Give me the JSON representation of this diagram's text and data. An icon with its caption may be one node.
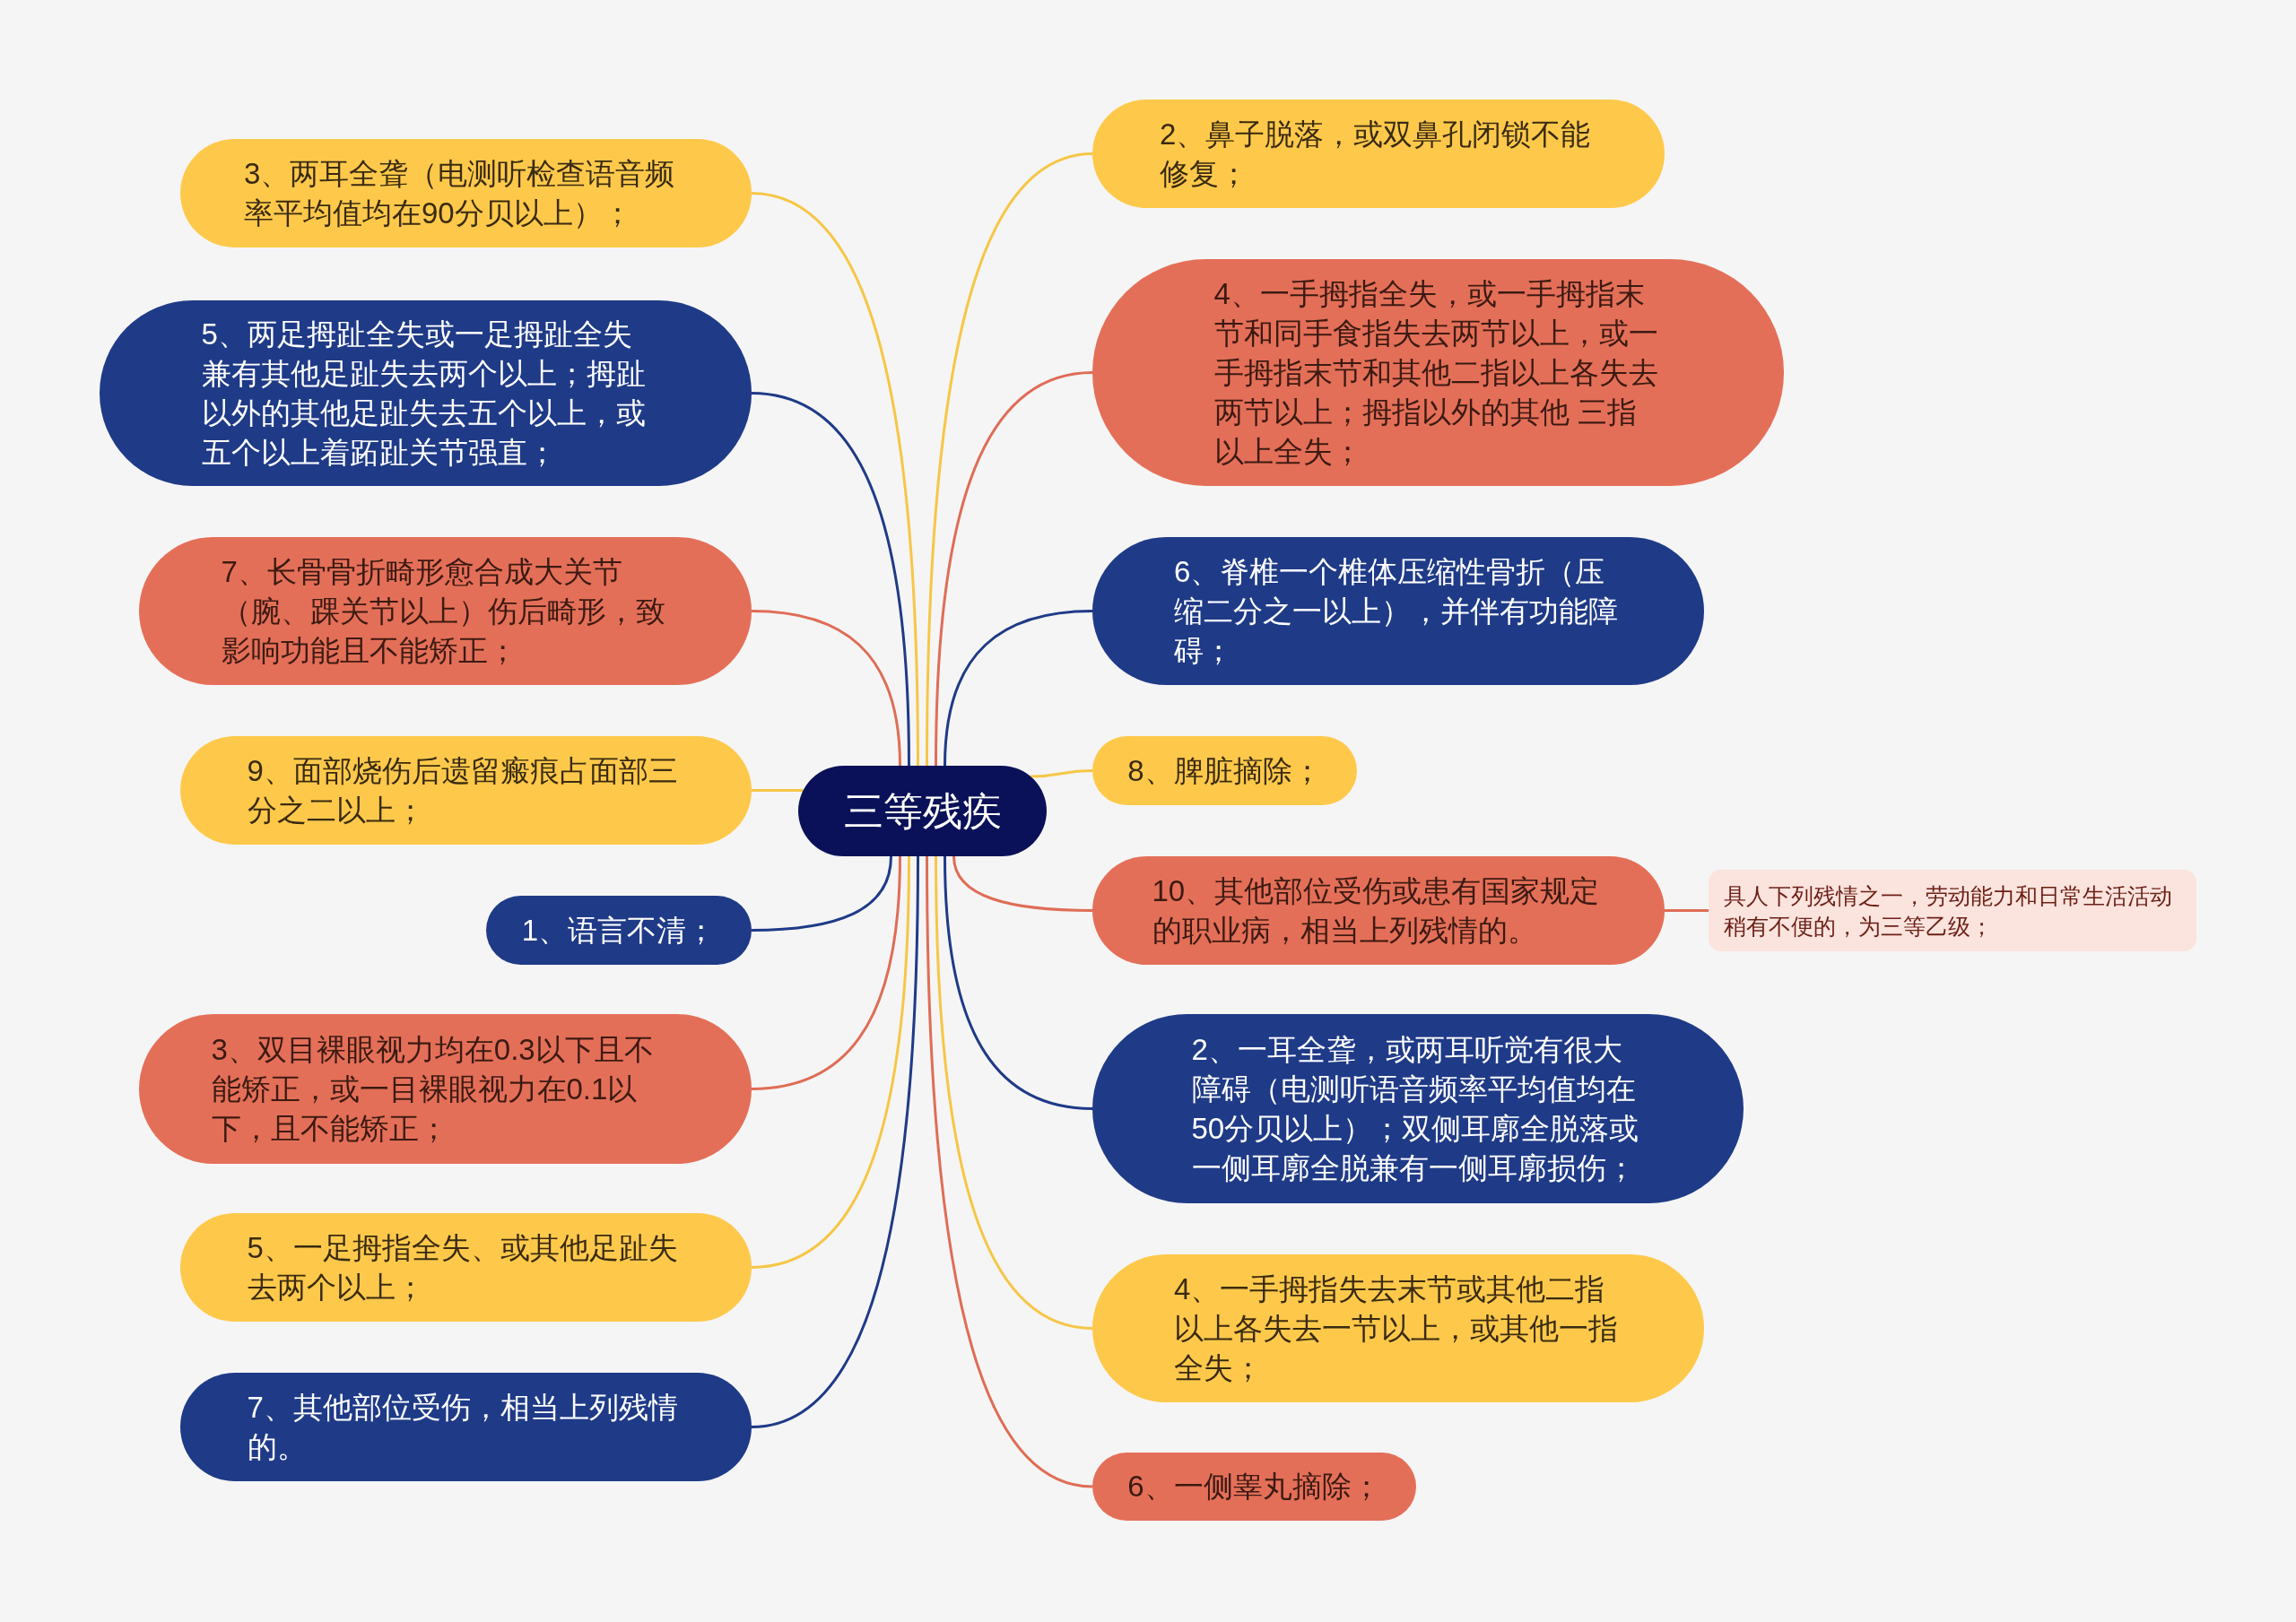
{
  "diagram": {
    "nodes": [
      {
        "text": [
          "三等残疾"
        ]
      },
      {
        "text": [
          "3、两耳全聋（电测听检查语音频率平均值均在90分贝以上）；"
        ]
      },
      {
        "text": [
          "5、两足拇趾全失或一足拇趾全失兼有其他足趾失去两个以上；拇趾以外的其他足趾失去五个以上，或五个以上着跖趾关节强直；"
        ]
      },
      {
        "text": [
          "7、长骨骨折畸形愈合成大关节（腕、踝关节以上）伤后畸形，致影响功能且不能矫正；"
        ]
      },
      {
        "text": [
          "9、面部烧伤后遗留瘢痕占面部三分之二以上；"
        ]
      },
      {
        "text": [
          "1、语言不清；"
        ]
      },
      {
        "text": [
          "3、双目裸眼视力均在0.3以下且不能矫正，或一目裸眼视力在0.1以下，且不能矫正；"
        ]
      },
      {
        "text": [
          "5、一足拇指全失、或其他足趾失去两个以上；"
        ]
      },
      {
        "text": [
          "7、其他部位受伤，相当上列残情的。"
        ]
      },
      {
        "text": [
          "2、鼻子脱落，或双鼻孔闭锁不能修复；"
        ]
      },
      {
        "text": [
          "4、一手拇指全失，或一手拇指末节和同手食指失去两节以上，或一手拇指末节和其他二指以上各失去两节以上；拇指以外的其他 三指以上全失；"
        ]
      },
      {
        "text": [
          "6、脊椎一个椎体压缩性骨折（压缩二分之一以上），并伴有功能障碍；"
        ]
      },
      {
        "text": [
          "8、脾脏摘除；"
        ]
      },
      {
        "text": [
          "10、其他部位受伤或患有国家规定的职业病，相当上列残情的。"
        ]
      },
      {
        "text": [
          "2、一耳全聋，或两耳听觉有很大障碍（电测听语音频率平均值均在50分贝以上）；双侧耳廓全脱落或一侧耳廓全脱兼有一侧耳廓损伤；"
        ]
      },
      {
        "text": [
          "4、一手拇指失去末节或其他二指以上各失去一节以上，或其他一指全失；"
        ]
      },
      {
        "text": [
          "6、一侧睾丸摘除；"
        ]
      },
      {
        "text": [
          "具人下列残情之一，劳动能力和日常生活活动稍有不便的，为三等乙级；"
        ]
      }
    ],
    "edges": [
      {
        "from": 0,
        "to": 1,
        "arrow": "none",
        "color": "#f6c646"
      },
      {
        "from": 0,
        "to": 2,
        "arrow": "none",
        "color": "#1f3a87"
      },
      {
        "from": 0,
        "to": 3,
        "arrow": "none",
        "color": "#df6d56"
      },
      {
        "from": 0,
        "to": 4,
        "arrow": "none",
        "color": "#f6c646"
      },
      {
        "from": 0,
        "to": 5,
        "arrow": "none",
        "color": "#1f3a87"
      },
      {
        "from": 0,
        "to": 6,
        "arrow": "none",
        "color": "#df6d56"
      },
      {
        "from": 0,
        "to": 7,
        "arrow": "none",
        "color": "#f6c646"
      },
      {
        "from": 0,
        "to": 8,
        "arrow": "none",
        "color": "#1f3a87"
      },
      {
        "from": 0,
        "to": 9,
        "arrow": "none",
        "color": "#f6c646"
      },
      {
        "from": 0,
        "to": 10,
        "arrow": "none",
        "color": "#df6d56"
      },
      {
        "from": 0,
        "to": 11,
        "arrow": "none",
        "color": "#1f3a87"
      },
      {
        "from": 0,
        "to": 12,
        "arrow": "none",
        "color": "#f6c646"
      },
      {
        "from": 0,
        "to": 13,
        "arrow": "none",
        "color": "#df6d56"
      },
      {
        "from": 0,
        "to": 14,
        "arrow": "none",
        "color": "#1f3a87"
      },
      {
        "from": 0,
        "to": 15,
        "arrow": "none",
        "color": "#f6c646"
      },
      {
        "from": 0,
        "to": 16,
        "arrow": "none",
        "color": "#df6d56"
      },
      {
        "from": 13,
        "to": 17,
        "arrow": "none",
        "color": "#df6d56"
      }
    ]
  }
}
